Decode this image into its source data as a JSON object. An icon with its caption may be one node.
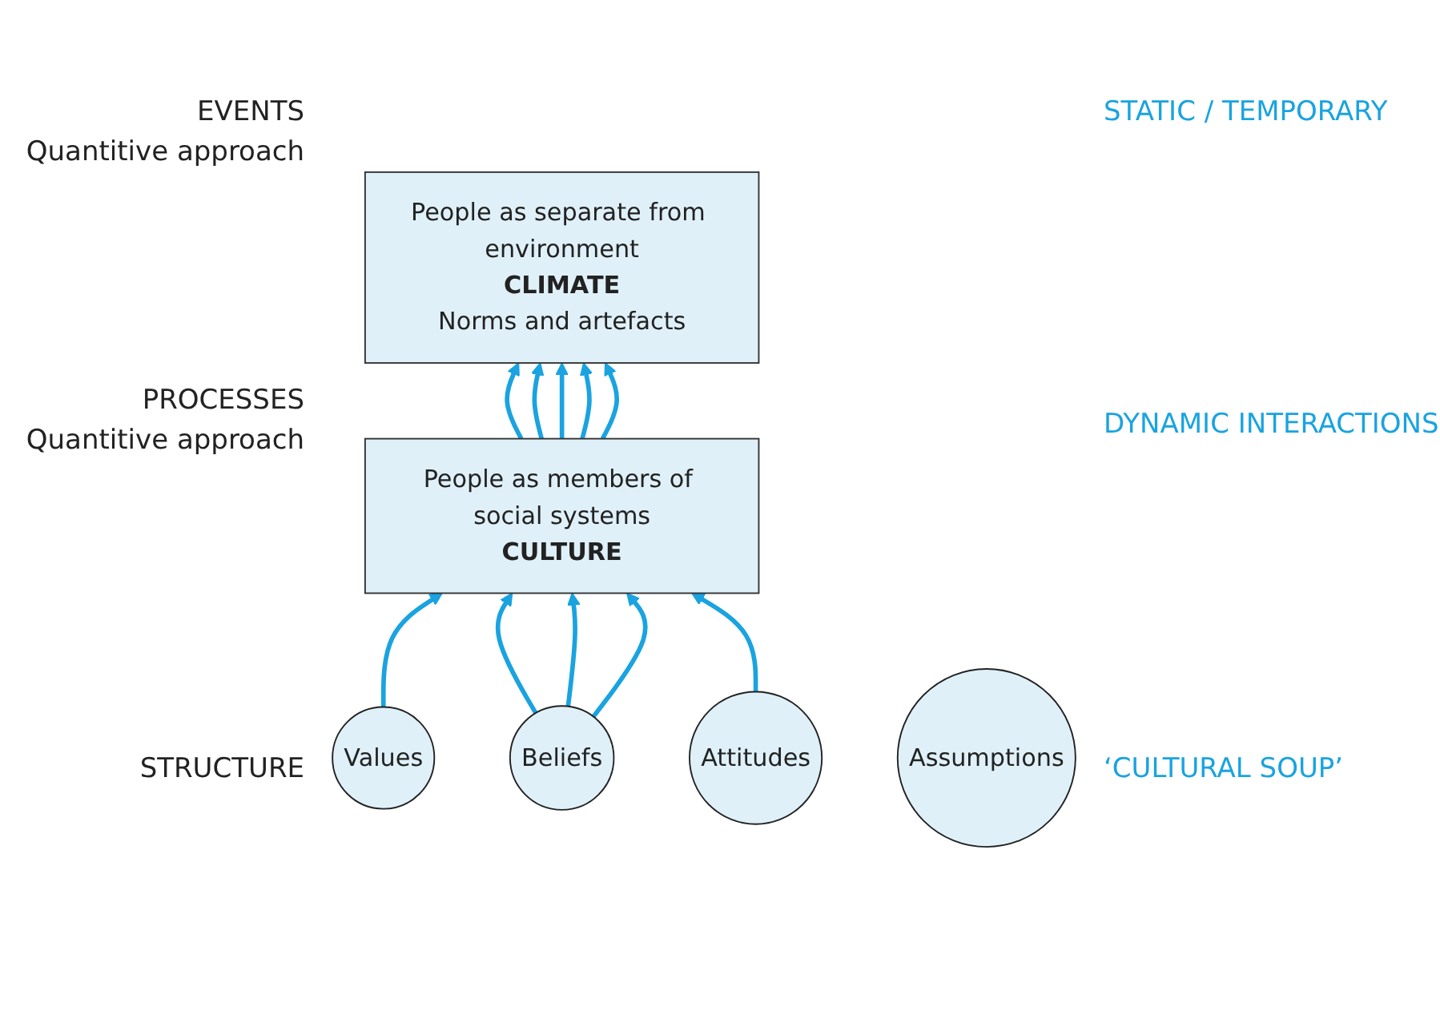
{
  "diagram": {
    "nodes": [
      {
        "text": [
          "People as separate from environment",
          "CLIMATE",
          "Norms and artefacts"
        ]
      },
      {
        "text": [
          "People as members of social systems",
          "CULTURE"
        ]
      },
      {
        "text": [
          "Values"
        ]
      },
      {
        "text": [
          "Beliefs"
        ]
      },
      {
        "text": [
          "Attitudes"
        ]
      },
      {
        "text": [
          "Assumptions"
        ]
      }
    ],
    "edges": [
      {
        "from": 1,
        "to": 0,
        "arrow": "to"
      },
      {
        "from": 1,
        "to": 0,
        "arrow": "to"
      },
      {
        "from": 1,
        "to": 0,
        "arrow": "to"
      },
      {
        "from": 1,
        "to": 0,
        "arrow": "to"
      },
      {
        "from": 1,
        "to": 0,
        "arrow": "to"
      },
      {
        "from": 2,
        "to": 1,
        "arrow": "to"
      },
      {
        "from": 3,
        "to": 1,
        "arrow": "to"
      },
      {
        "from": 3,
        "to": 1,
        "arrow": "to"
      },
      {
        "from": 3,
        "to": 1,
        "arrow": "to"
      },
      {
        "from": 4,
        "to": 1,
        "arrow": "to"
      }
    ],
    "labels": [
      "EVENTS",
      "Quantitive approach",
      "STATIC / TEMPORARY",
      "PROCESSES",
      "Quantitive approach",
      "DYNAMIC INTERACTIONS",
      "STRUCTURE",
      "‘CULTURAL SOUP’"
    ]
  }
}
